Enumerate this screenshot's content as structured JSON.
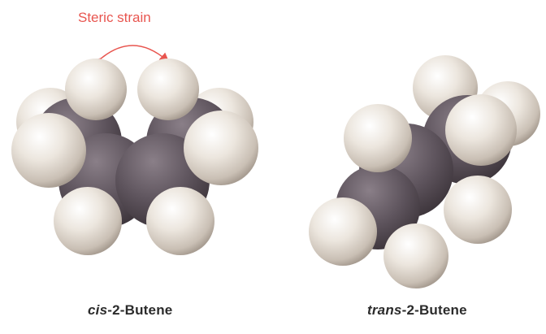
{
  "annotation": {
    "label": "Steric strain",
    "color": "#e8554f"
  },
  "molecules": [
    {
      "prefix": "cis",
      "suffix": "-2-Butene"
    },
    {
      "prefix": "trans",
      "suffix": "-2-Butene"
    }
  ],
  "colors": {
    "hydrogen": "#e9e3db",
    "carbon": "#5e545d",
    "caption": "#2b2b2b"
  }
}
